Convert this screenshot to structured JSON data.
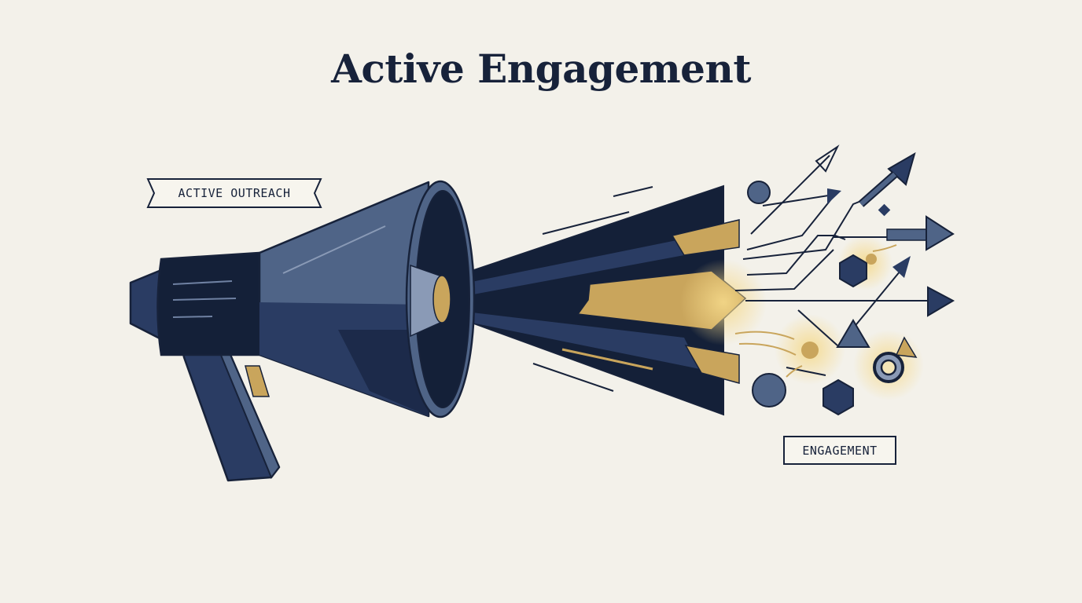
{
  "title": "Active Engagement",
  "labels": {
    "outreach": "ACTIVE OUTREACH",
    "engagement": "ENGAGEMENT"
  },
  "colors": {
    "background": "#f3f1ea",
    "navy_dark": "#142038",
    "navy": "#2a3c63",
    "slate": "#4f6487",
    "gold": "#c9a55c",
    "outline": "#17223a"
  },
  "icons": [
    "megaphone-icon",
    "arrow-icon",
    "hexagon-icon",
    "circle-icon",
    "triangle-icon",
    "ring-icon",
    "diamond-icon"
  ]
}
